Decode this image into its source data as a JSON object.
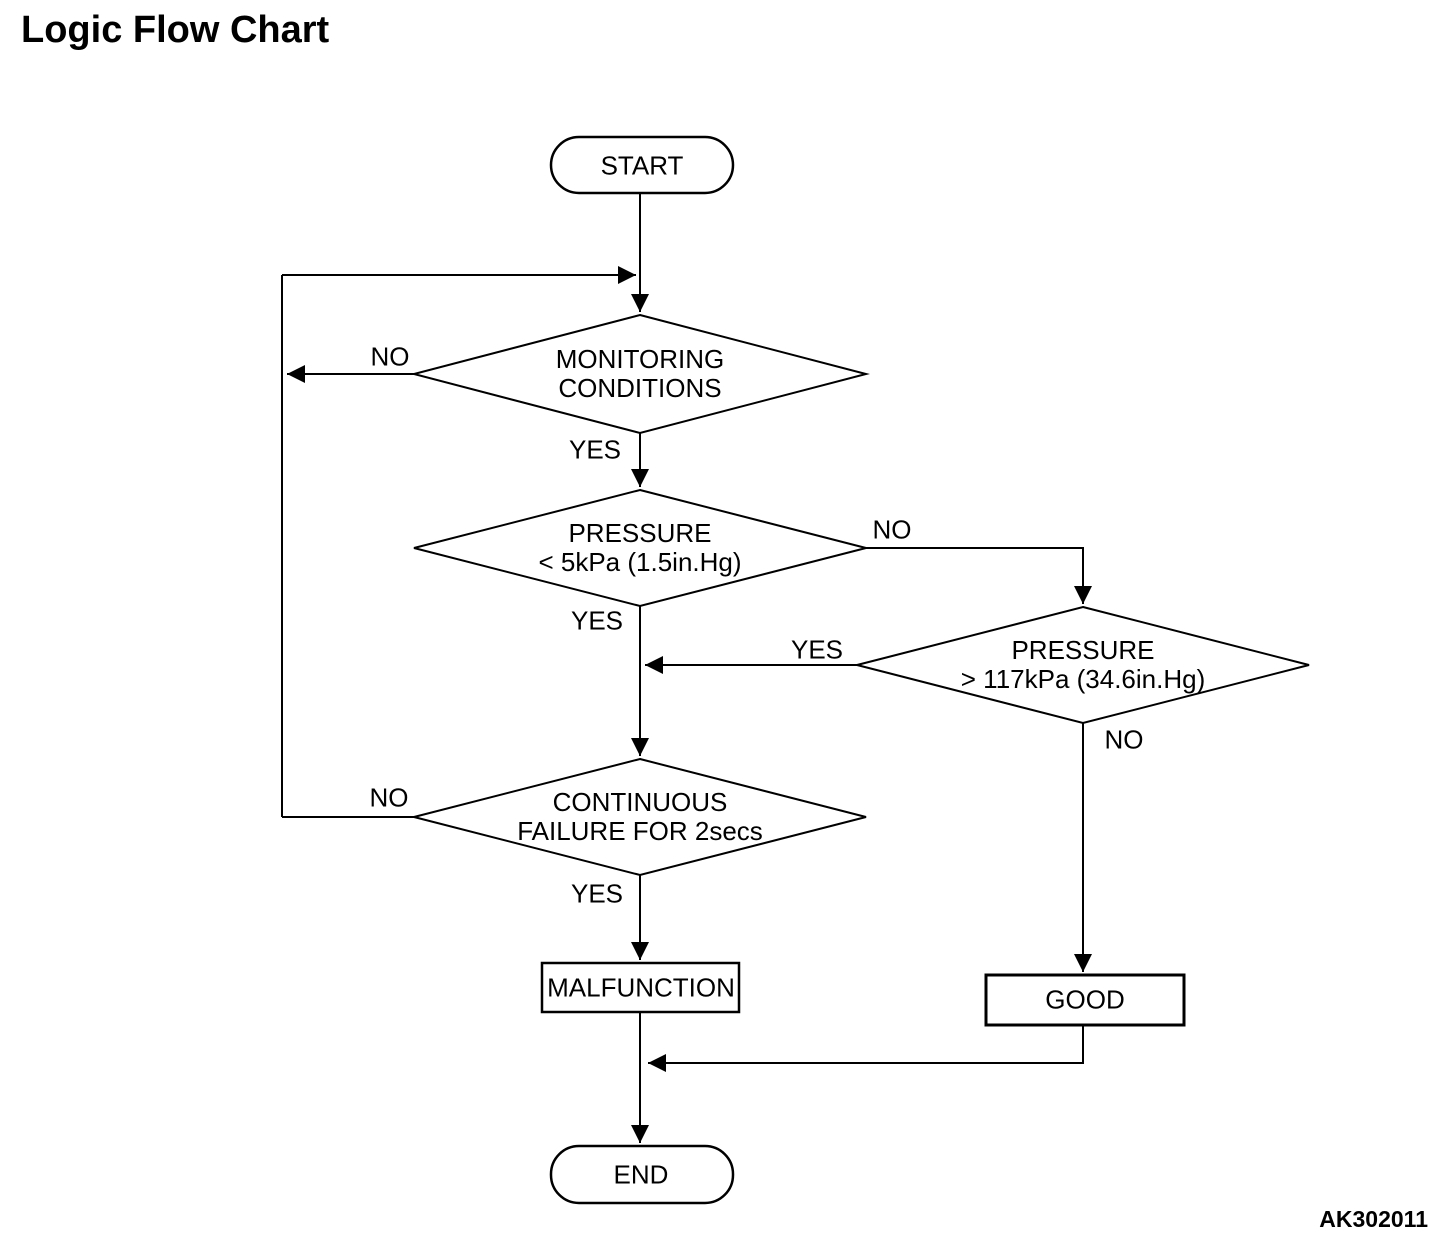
{
  "page": {
    "title": "Logic Flow Chart",
    "figure_code": "AK302011"
  },
  "flowchart": {
    "colors": {
      "line": "#000000",
      "background": "#ffffff",
      "text": "#000000"
    },
    "nodes": {
      "start": {
        "type": "terminator",
        "label": "START"
      },
      "monitoring_conditions": {
        "type": "decision",
        "line1": "MONITORING",
        "line2": "CONDITIONS"
      },
      "pressure_low": {
        "type": "decision",
        "line1": "PRESSURE",
        "line2": "< 5kPa (1.5in.Hg)"
      },
      "pressure_high": {
        "type": "decision",
        "line1": "PRESSURE",
        "line2": "> 117kPa (34.6in.Hg)"
      },
      "continuous_failure": {
        "type": "decision",
        "line1": "CONTINUOUS",
        "line2": "FAILURE FOR 2secs"
      },
      "malfunction": {
        "type": "process",
        "label": "MALFUNCTION"
      },
      "good": {
        "type": "process",
        "label": "GOOD"
      },
      "end": {
        "type": "terminator",
        "label": "END"
      }
    },
    "branch_labels": {
      "monitoring_no": "NO",
      "monitoring_yes": "YES",
      "pressure_low_no": "NO",
      "pressure_low_yes": "YES",
      "pressure_high_yes": "YES",
      "pressure_high_no": "NO",
      "continuous_failure_no": "NO",
      "continuous_failure_yes": "YES"
    },
    "edges": [
      {
        "from": "start",
        "to": "monitoring_conditions",
        "label": ""
      },
      {
        "from": "monitoring_conditions",
        "to": "loop_back_to_monitoring",
        "label": "NO"
      },
      {
        "from": "monitoring_conditions",
        "to": "pressure_low",
        "label": "YES"
      },
      {
        "from": "pressure_low",
        "to": "pressure_high",
        "label": "NO"
      },
      {
        "from": "pressure_low",
        "to": "continuous_failure",
        "label": "YES"
      },
      {
        "from": "pressure_high",
        "to": "continuous_failure",
        "label": "YES"
      },
      {
        "from": "pressure_high",
        "to": "good",
        "label": "NO"
      },
      {
        "from": "continuous_failure",
        "to": "loop_back_to_monitoring",
        "label": "NO"
      },
      {
        "from": "continuous_failure",
        "to": "malfunction",
        "label": "YES"
      },
      {
        "from": "malfunction",
        "to": "end",
        "label": ""
      },
      {
        "from": "good",
        "to": "end",
        "label": ""
      }
    ]
  }
}
